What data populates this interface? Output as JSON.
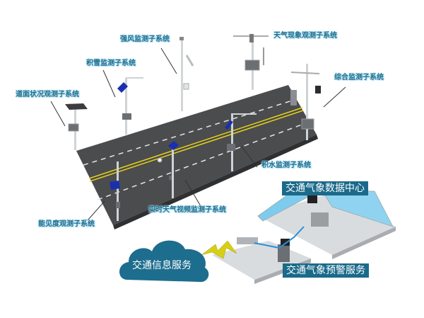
{
  "title": "交通气象监测系统示意图",
  "subsystem_labels": {
    "strong_wind": "强风监测子系统",
    "snow": "积雪监测子系统",
    "road_surface": "道面状况观测子系统",
    "weather_phenomena": "天气现象观测子系统",
    "integrated": "综合监测子系统",
    "water": "积水监测子系统",
    "video": "实时天气视频监测子系统",
    "visibility": "能见度观测子系统"
  },
  "center": {
    "data_center": "交通气象数据中心",
    "warning_service": "交通气象预警服务",
    "info_service": "交通信息服务"
  },
  "colors": {
    "road": "#4a4c4e",
    "lane_dash": "#e6e6e6",
    "center_line": "#e8d21a",
    "label_text": "#1f6f8f",
    "box_bg": "#1b6a8a",
    "cloud": "#1d6d8e",
    "solar_panel": "#1a2fb0",
    "screen_glass": "#7fcbee",
    "floor": "#d9dcdf"
  }
}
